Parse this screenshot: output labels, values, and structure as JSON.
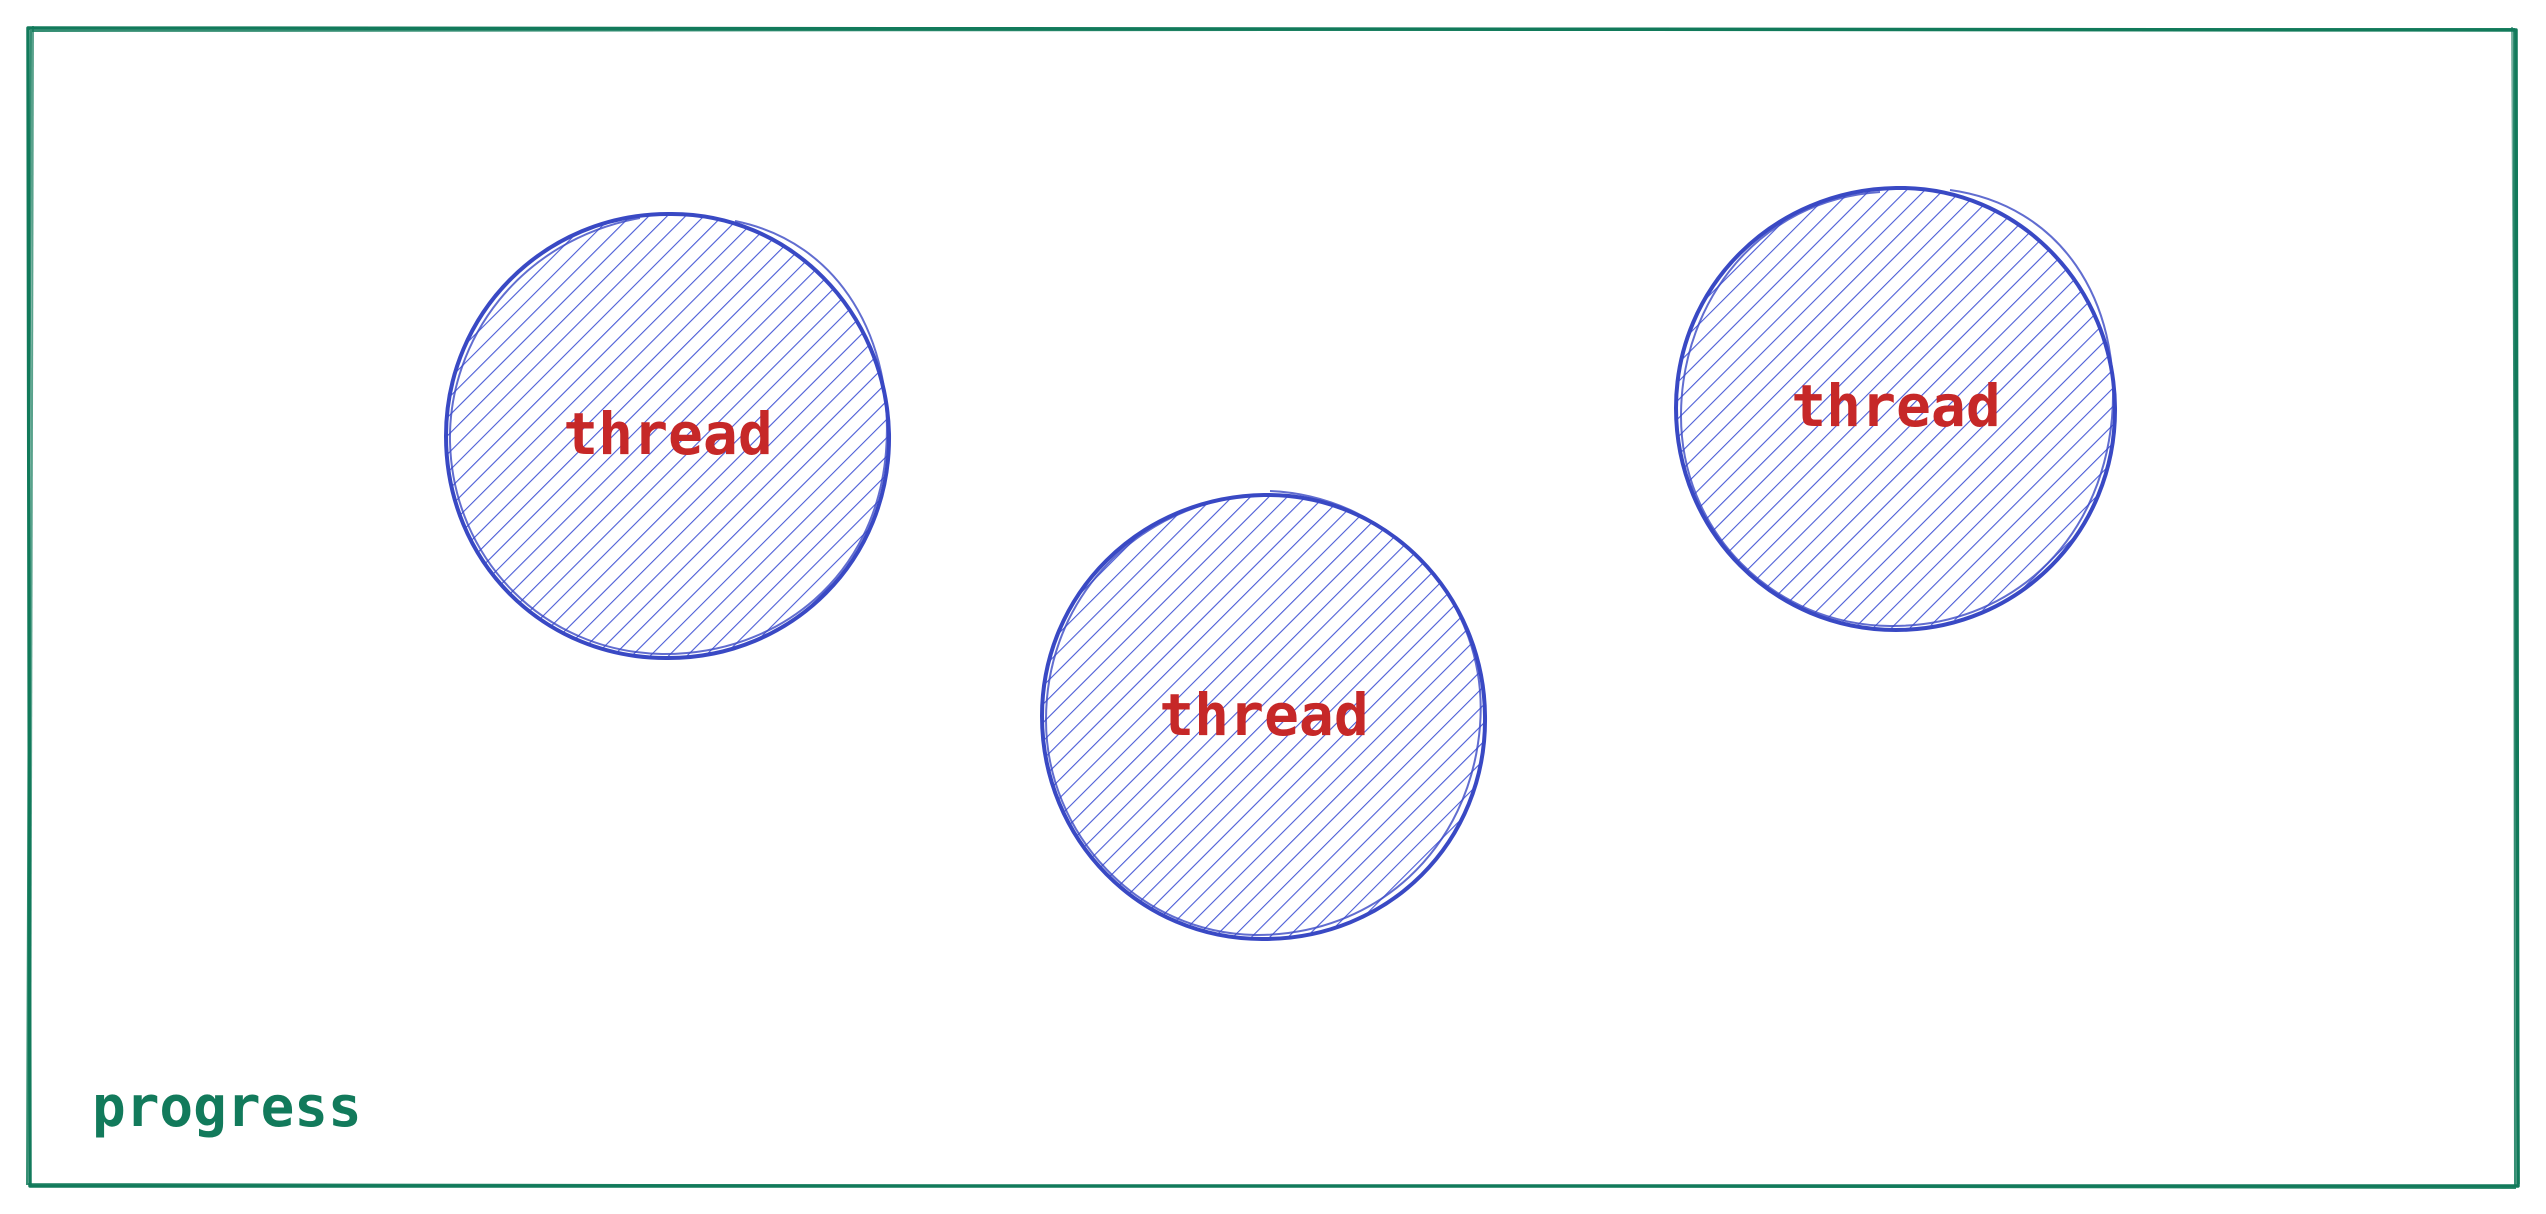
{
  "diagram": {
    "process": {
      "label": "progress"
    },
    "threads": [
      {
        "label": "thread"
      },
      {
        "label": "thread"
      },
      {
        "label": "thread"
      }
    ]
  },
  "colors": {
    "process_border": "#127a5b",
    "process_label": "#127a5b",
    "thread_stroke": "#3949c4",
    "thread_hatch": "#4a5bd6",
    "thread_label": "#c62828",
    "background": "#ffffff"
  }
}
